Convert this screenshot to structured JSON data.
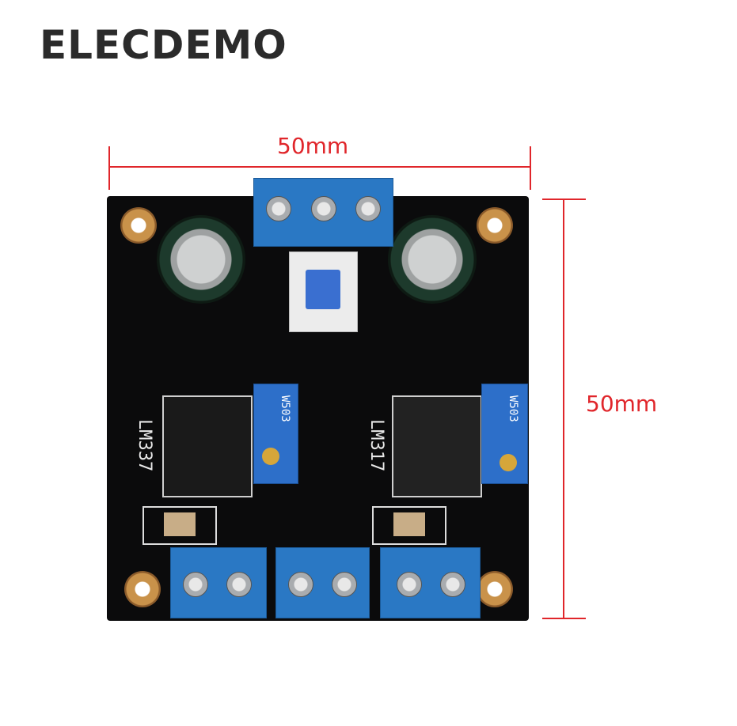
{
  "brand": "ELECDEMO",
  "dimensions": {
    "width_label": "50mm",
    "height_label": "50mm"
  },
  "board_silkscreen": {
    "left_regulator": "LM337",
    "right_regulator": "LM317",
    "pot_left": "W503",
    "pot_right": "W503"
  },
  "colors": {
    "dimension": "#e0262b",
    "pcb": "#0b0b0c",
    "terminal": "#2a78c4"
  }
}
